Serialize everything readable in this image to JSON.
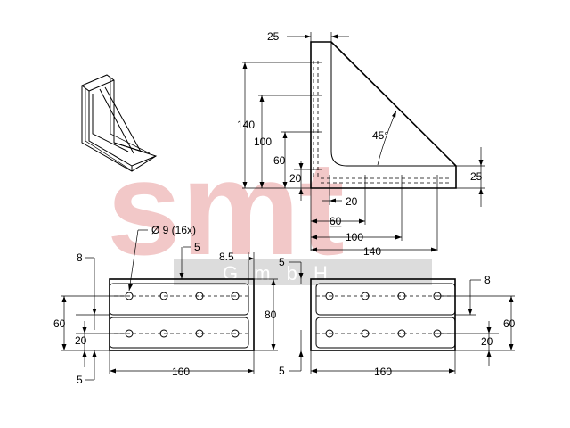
{
  "watermark": {
    "main_text": "smt",
    "sub_text": "G m b H",
    "color": "#f2c8c8",
    "band_color": "#d9d9d9"
  },
  "dimensions": {
    "top_flange": "25",
    "height_140": "140",
    "height_100": "100",
    "height_60": "60",
    "height_20": "20",
    "angle": "45°",
    "base_thickness": "25",
    "hole_20": "20",
    "hole_60": "60",
    "hole_100": "100",
    "hole_140": "140",
    "hole_spec": "Ø 9 (16x)",
    "edge_5_top": "5",
    "left_8": "8",
    "left_60": "60",
    "left_20": "20",
    "left_5": "5",
    "mid_8_5": "8.5",
    "mid_80": "80",
    "mid_5_top": "5",
    "mid_5_bottom": "5",
    "left_160": "160",
    "right_160": "160",
    "right_8": "8",
    "right_60": "60",
    "right_20": "20"
  }
}
